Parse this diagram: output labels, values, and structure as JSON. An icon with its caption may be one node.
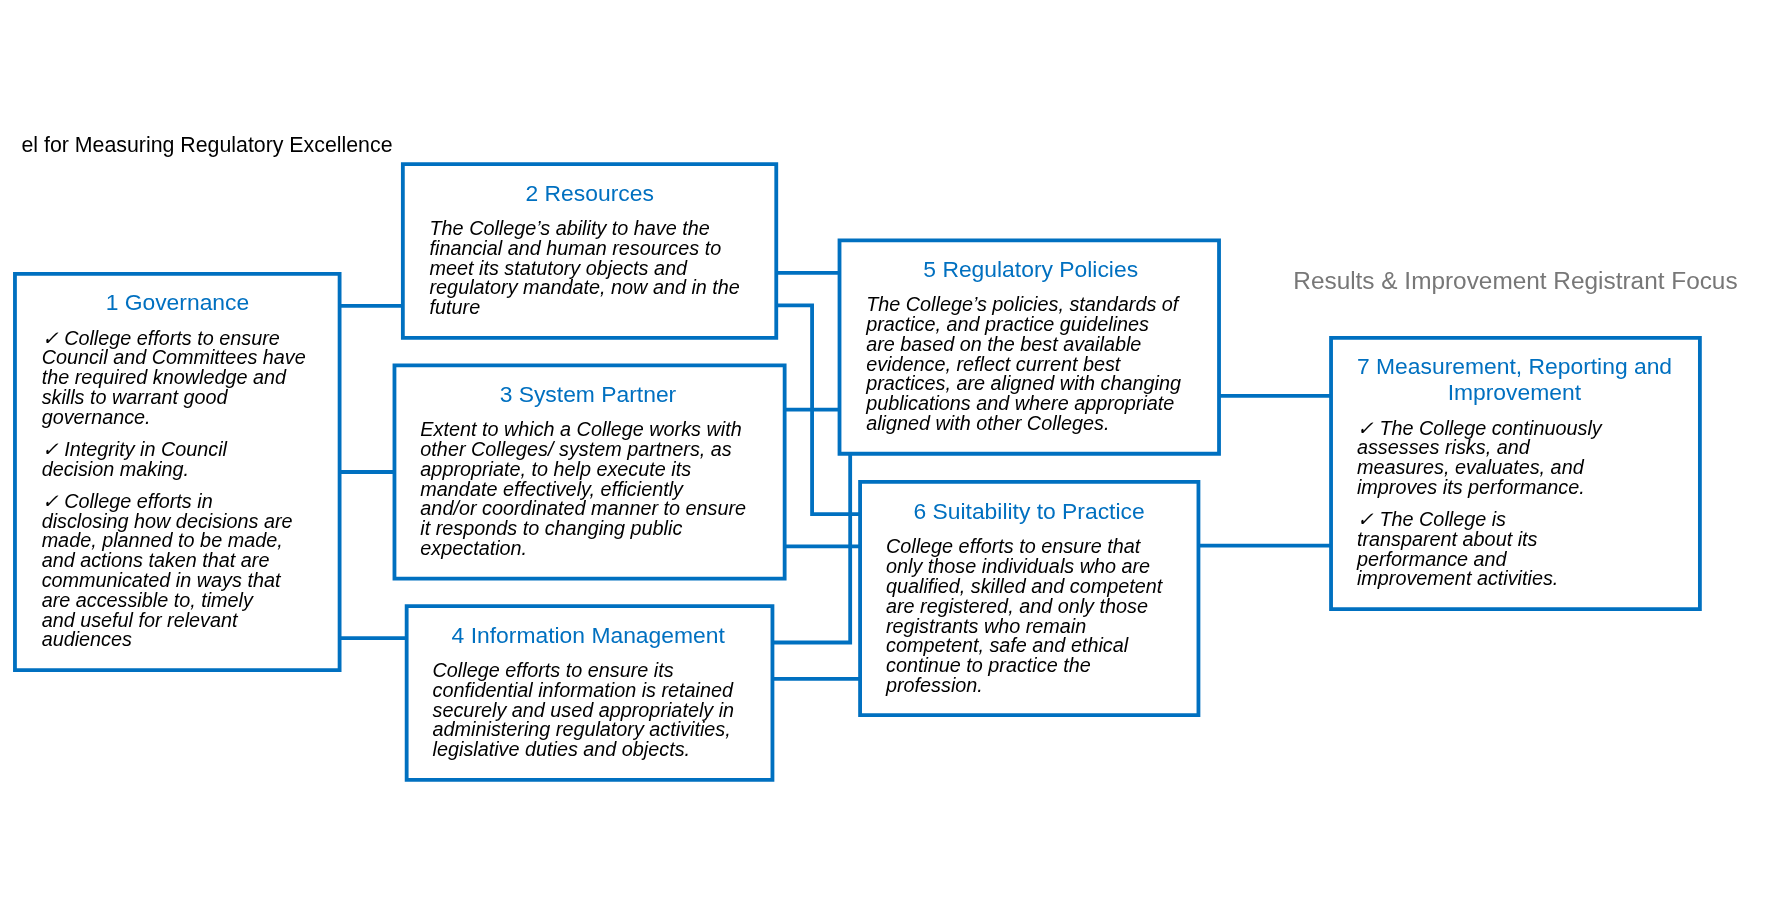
{
  "diagram": {
    "title": "el for Measuring Regulatory Excellence",
    "nodes": [
      {
        "text": [
          "1 Governance",
          "✓ College efforts to ensure Council and Committees have the required knowledge and skills to warrant good governance.",
          "✓ Integrity in Council decision making.",
          "✓ College efforts in disclosing how decisions are made, planned to be made, and actions taken that are communicated in ways that are accessible to, timely and useful for relevant audiences"
        ]
      },
      {
        "text": [
          "2 Resources",
          "The College’s ability to have the financial and human resources to meet its statutory objects and regulatory mandate, now and in the future"
        ]
      },
      {
        "text": [
          "3 System Partner",
          "Extent to which a College works with other Colleges/ system partners, as appropriate, to help execute its mandate effectively, efficiently and/or coordinated manner to ensure it responds to changing public expectation."
        ]
      },
      {
        "text": [
          "4 Information Management",
          "College efforts to ensure its confidential information is retained securely and used appropriately in administering regulatory activities, legislative duties and objects."
        ]
      },
      {
        "text": [
          "5 Regulatory Policies",
          "The College’s policies, standards of practice, and practice guidelines are based on the best available evidence, reflect current best practices, are aligned with changing publications and where appropriate aligned with other Colleges."
        ]
      },
      {
        "text": [
          "6 Suitability to Practice",
          "College efforts to ensure that only those individuals who are qualified, skilled and competent are registered, and only those registrants who remain competent, safe and ethical continue to practice the profession."
        ]
      },
      {
        "text": [
          "7 Measurement, Reporting and Improvement",
          "✓ The College continuously assesses risks, and measures, evaluates, and improves its performance.",
          "✓ The College is transparent about its performance and improvement activities."
        ]
      }
    ],
    "edges": [
      {
        "from": 0,
        "to": 1,
        "arrow": "none"
      },
      {
        "from": 0,
        "to": 2,
        "arrow": "none"
      },
      {
        "from": 0,
        "to": 3,
        "arrow": "none"
      },
      {
        "from": 1,
        "to": 4,
        "arrow": "none"
      },
      {
        "from": 1,
        "to": 5,
        "arrow": "none"
      },
      {
        "from": 2,
        "to": 4,
        "arrow": "none"
      },
      {
        "from": 2,
        "to": 5,
        "arrow": "none"
      },
      {
        "from": 3,
        "to": 4,
        "arrow": "none"
      },
      {
        "from": 3,
        "to": 5,
        "arrow": "none"
      },
      {
        "from": 4,
        "to": 6,
        "arrow": "none"
      },
      {
        "from": 5,
        "to": 6,
        "arrow": "none"
      }
    ],
    "labels": [
      "Results & Improvement Registrant Focus"
    ]
  }
}
